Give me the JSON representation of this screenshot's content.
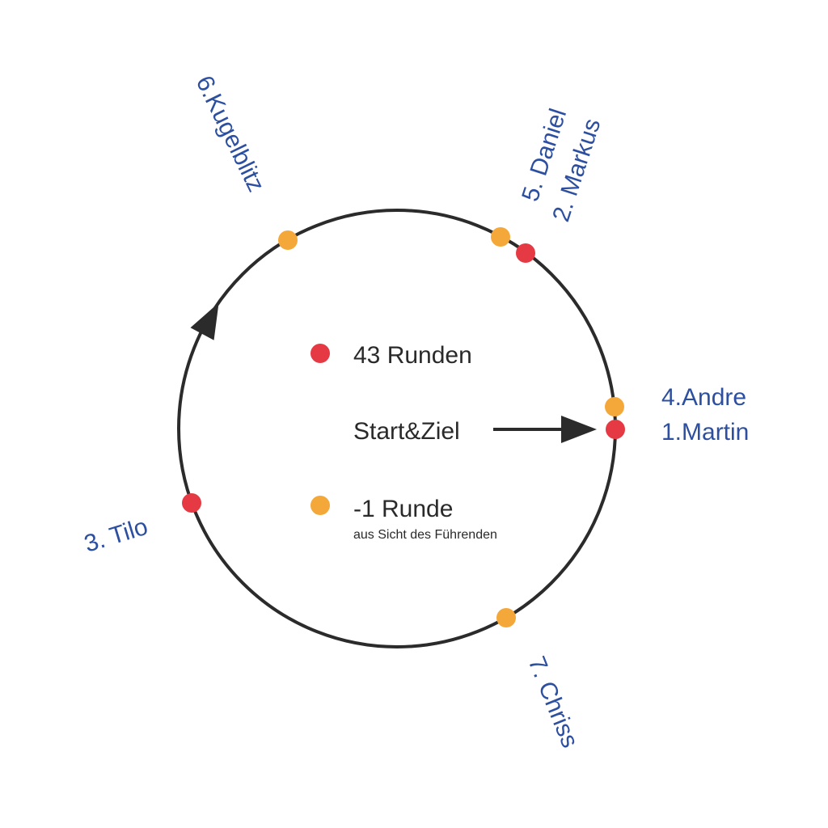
{
  "colors": {
    "track": "#2b2b2b",
    "on_lead_lap": "#e53a43",
    "one_lap_down": "#f5a83a",
    "driver_text": "#2d4fa0",
    "legend_text": "#2a2a2a"
  },
  "legend": {
    "lead_lap_label": "43 Runden",
    "lap_down_label": "-1 Runde",
    "lap_down_sublabel": "aus Sicht des Führenden"
  },
  "start_finish": {
    "label": "Start&Ziel"
  },
  "drivers": [
    {
      "id": "martin",
      "label": "1.Martin",
      "status": "lead_lap"
    },
    {
      "id": "markus",
      "label": "2. Markus",
      "status": "lead_lap"
    },
    {
      "id": "tilo",
      "label": "3. Tilo",
      "status": "lead_lap"
    },
    {
      "id": "andre",
      "label": "4.Andre",
      "status": "lap_down"
    },
    {
      "id": "daniel",
      "label": "5. Daniel",
      "status": "lap_down"
    },
    {
      "id": "kugelblitz",
      "label": "6.Kugelblitz",
      "status": "lap_down"
    },
    {
      "id": "chriss",
      "label": "7. Chriss",
      "status": "lap_down"
    }
  ]
}
